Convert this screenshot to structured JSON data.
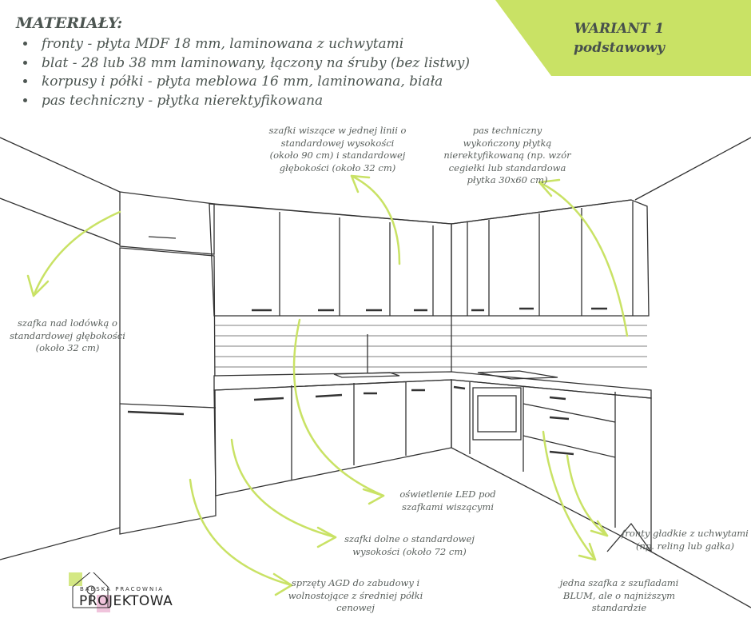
{
  "materials": {
    "title": "MATERIAŁY:",
    "items": [
      "fronty - płyta MDF 18 mm, laminowana z uchwytami",
      "blat - 28 lub 38 mm laminowany, łączony na śruby (bez listwy)",
      "korpusy i półki - płyta meblowa 16 mm, laminowana, biała",
      "pas techniczny - płytka nierektyfikowana"
    ]
  },
  "variant": {
    "line1": "WARIANT 1",
    "line2": "podstawowy"
  },
  "notes": {
    "wall_cabinets": "szafki wiszące w jednej linii o standardowej wysokości (około 90 cm) i standardowej głębokości (około 32 cm)",
    "backsplash": "pas techniczny wykończony płytką nierektyfikowaną (np. wzór cegiełki lub standardowa płytka 30x60 cm)",
    "fridge_cabinet": "szafka nad lodówką o standardowej głębokości (około 32 cm)",
    "led": "oświetlenie LED pod szafkami wiszącymi",
    "base_cabinets": "szafki dolne o standardowej wysokości (około 72 cm)",
    "fronts": "fronty gładkie z uchwytami (np. reling lub gałka)",
    "appliances": "sprzęty AGD do zabudowy i wolnostojące z średniej półki cenowej",
    "drawers": "jedna szafka z szufladami BLUM, ale o najniższym standardzie"
  },
  "logo": {
    "top": "BABSKA PRACOWNIA",
    "main": "PROJEKTOWA"
  },
  "colors": {
    "accent": "#c9e265",
    "text": "#4d5652",
    "pink": "#f0c4dc"
  }
}
